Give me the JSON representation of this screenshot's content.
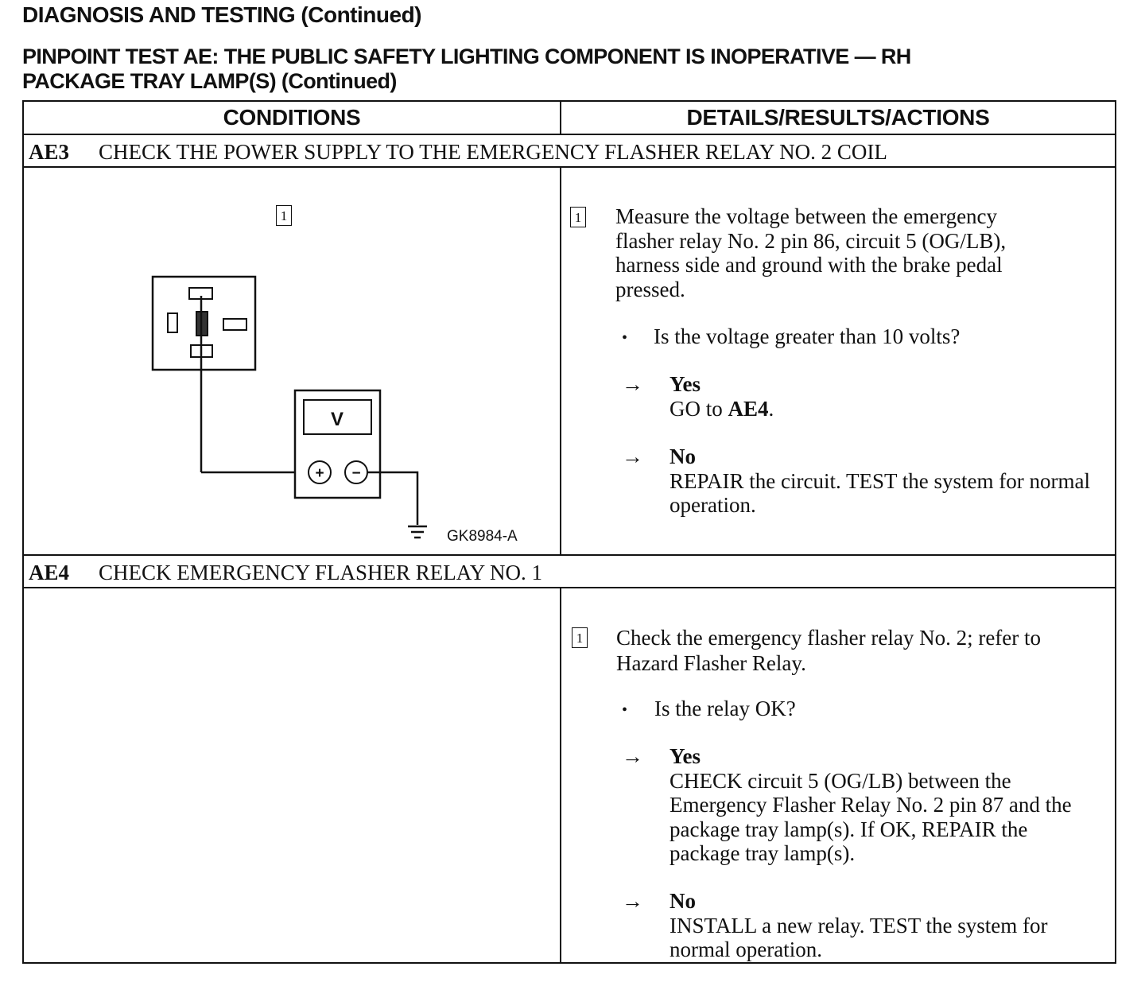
{
  "header": {
    "title": "DIAGNOSIS AND TESTING (Continued)",
    "test_line1": "PINPOINT TEST AE:  THE PUBLIC SAFETY LIGHTING COMPONENT IS INOPERATIVE — RH",
    "test_line2": "PACKAGE TRAY LAMP(S) (Continued)"
  },
  "table": {
    "col_conditions": "CONDITIONS",
    "col_details": "DETAILS/RESULTS/ACTIONS"
  },
  "steps": [
    {
      "id": "AE3",
      "title": "CHECK THE POWER SUPPLY TO THE EMERGENCY FLASHER RELAY NO. 2 COIL",
      "figure": {
        "callout": "1",
        "meter_label": "V",
        "plus": "+",
        "minus": "−",
        "figure_id": "GK8984-A"
      },
      "action_num": "1",
      "action_text": "Measure the voltage between the emergency flasher relay No. 2 pin 86, circuit 5 (OG/LB), harness side and ground with the brake pedal pressed.",
      "question": "Is the voltage greater than 10 volts?",
      "results": [
        {
          "head": "Yes",
          "text_pre": "GO to ",
          "text_bold": "AE4",
          "text_post": "."
        },
        {
          "head": "No",
          "text": "REPAIR the circuit. TEST the system for normal operation."
        }
      ]
    },
    {
      "id": "AE4",
      "title": "CHECK EMERGENCY FLASHER RELAY NO. 1",
      "action_num": "1",
      "action_text": "Check the emergency flasher relay No. 2; refer to Hazard Flasher Relay.",
      "question": "Is the relay OK?",
      "results": [
        {
          "head": "Yes",
          "text": "CHECK circuit 5 (OG/LB) between the Emergency Flasher Relay No. 2 pin 87 and the package tray lamp(s). If OK, REPAIR the package tray lamp(s)."
        },
        {
          "head": "No",
          "text": "INSTALL a new relay. TEST the system for normal operation."
        }
      ]
    }
  ]
}
